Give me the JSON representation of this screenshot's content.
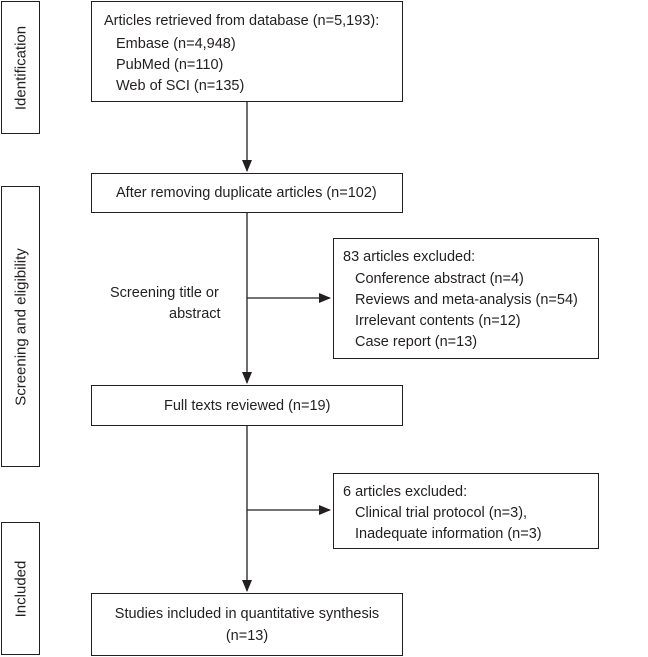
{
  "phases": {
    "identification": "Identification",
    "screening": "Screening and eligibility",
    "included": "Included"
  },
  "boxes": {
    "retrieved": {
      "title": "Articles retrieved from database (n=5,193):",
      "items": [
        "Embase (n=4,948)",
        "PubMed (n=110)",
        "Web of SCI (n=135)"
      ]
    },
    "duplicates": "After removing duplicate articles (n=102)",
    "excluded1": {
      "title": "83 articles excluded:",
      "items": [
        "Conference abstract (n=4)",
        "Reviews and meta-analysis (n=54)",
        "Irrelevant contents (n=12)",
        "Case report (n=13)"
      ]
    },
    "fulltext": "Full texts reviewed (n=19)",
    "excluded2": {
      "title": "6 articles excluded:",
      "items": [
        "Clinical trial protocol (n=3),",
        "Inadequate information (n=3)"
      ]
    },
    "included": {
      "line1": "Studies included in quantitative synthesis",
      "line2": "(n=13)"
    }
  },
  "screening_label": {
    "line1": "Screening title or",
    "line2": "abstract"
  }
}
